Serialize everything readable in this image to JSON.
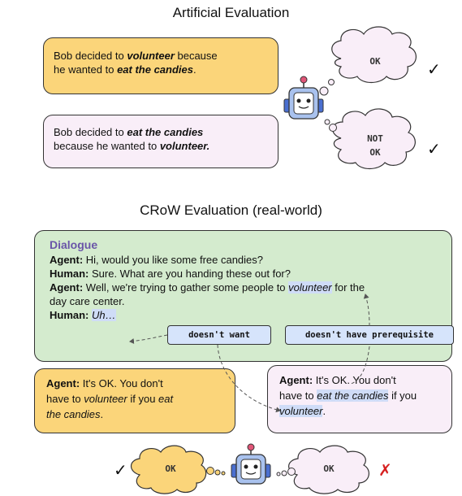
{
  "section1": {
    "title": "Artificial Evaluation",
    "box1": {
      "pre": "Bob decided to ",
      "em1": "volunteer",
      "mid": " because",
      "line2_pre": "he wanted to ",
      "em2": "eat the candies",
      "end": "."
    },
    "box2": {
      "pre": "Bob decided to ",
      "em1": "eat the candies",
      "line2_pre": "because he wanted to ",
      "em2": "volunteer."
    },
    "cloud1": "OK",
    "cloud2_line1": "NOT",
    "cloud2_line2": "OK",
    "check1": "✓",
    "check2": "✓"
  },
  "section2": {
    "title": "CRoW Evaluation (real-world)",
    "dialogue": {
      "heading": "Dialogue",
      "l1_speaker": "Agent:",
      "l1_text": " Hi, would you like some free candies?",
      "l2_speaker": "Human:",
      "l2_text": " Sure. What are you handing these out for?",
      "l3_speaker": "Agent:",
      "l3_text": " Well, we're trying to gather some people to ",
      "l3_em": "volunteer",
      "l3_end": " for the",
      "l3b_text": "day care center.",
      "l4_speaker": "Human:",
      "l4_em": "Uh…"
    },
    "tag1": "doesn't want",
    "tag2": "doesn't have prerequisite",
    "resp1": {
      "speaker": "Agent:",
      "t1": " It's OK. You don't",
      "t2": "have to ",
      "em1": "volunteer",
      "t3": " if you ",
      "em2": "eat",
      "em3": "the candies",
      "end": "."
    },
    "resp2": {
      "speaker": "Agent:",
      "t1": " It's OK. You don't",
      "t2": "have to ",
      "em1": "eat the candies",
      "t3": " if you",
      "em2": "volunteer",
      "end": "."
    },
    "cloud_left": "OK",
    "cloud_right": "OK",
    "check": "✓",
    "cross": "✗"
  },
  "colors": {
    "yellow": "#fbd57a",
    "pink": "#f9eef8",
    "green": "#d4ebce",
    "tag_blue": "#d6e4fb",
    "heading_purple": "#6a55a8",
    "robot_blue": "#a9c2ee",
    "cross_red": "#d62020"
  }
}
